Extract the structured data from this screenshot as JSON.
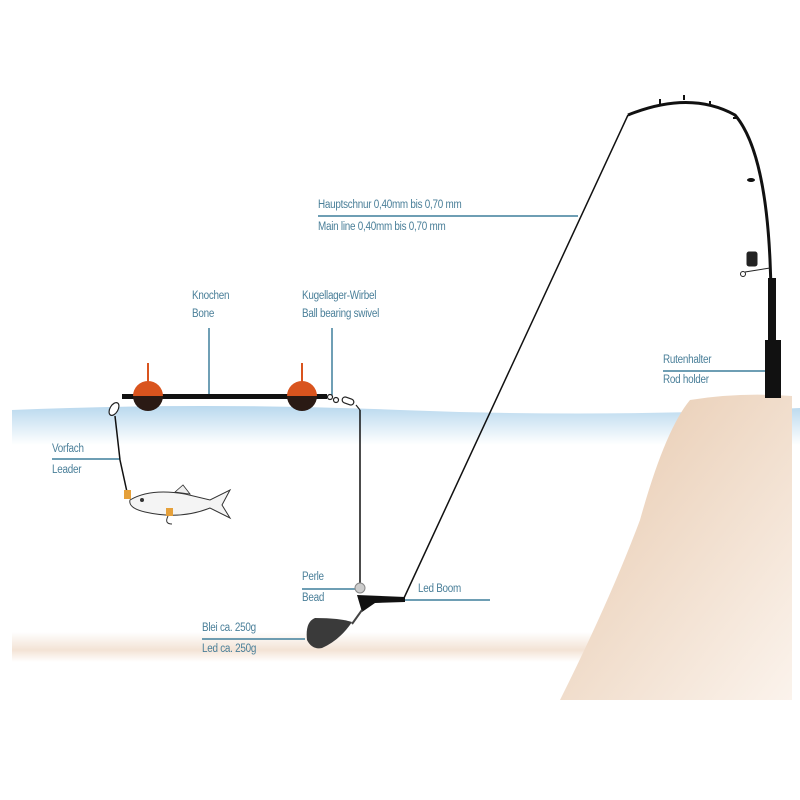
{
  "colors": {
    "label": "#4a7f99",
    "leader_line": "#3f7f9c",
    "float_top": "#d9541e",
    "float_bottom": "#2a1a14",
    "water": "#cfe4f2",
    "bank": "#e8cdb5",
    "line": "#111111"
  },
  "labels": {
    "main_line_de": "Hauptschnur 0,40mm bis 0,70 mm",
    "main_line_en": "Main line 0,40mm bis 0,70 mm",
    "bone_de": "Knochen",
    "bone_en": "Bone",
    "swivel_de": "Kugellager-Wirbel",
    "swivel_en": "Ball bearing swivel",
    "rod_holder_de": "Rutenhalter",
    "rod_holder_en": "Rod holder",
    "leader_de": "Vorfach",
    "leader_en": "Leader",
    "bead_de": "Perle",
    "bead_en": "Bead",
    "led_boom": "Led Boom",
    "lead_de": "Blei ca. 250g",
    "lead_en": "Led ca. 250g"
  }
}
